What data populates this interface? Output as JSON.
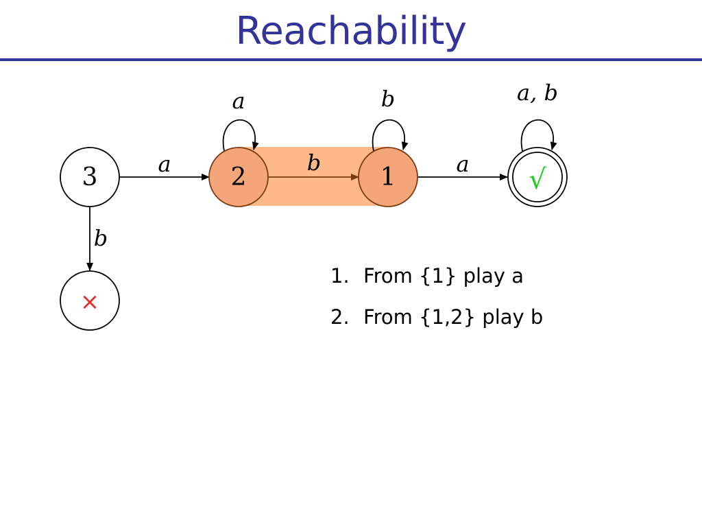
{
  "title": "Reachability",
  "colors": {
    "title": "#333399",
    "highlight": "#fdb98a",
    "highlight_state": "#f4a57a",
    "highlight_edge": "#7a3a10",
    "accept_check": "#22cc22",
    "reject_cross": "#e03030"
  },
  "diagram": {
    "states": [
      {
        "id": "3",
        "label": "3"
      },
      {
        "id": "2",
        "label": "2",
        "highlighted": true
      },
      {
        "id": "1",
        "label": "1",
        "highlighted": true
      },
      {
        "id": "accept",
        "label": "√",
        "accepting": true,
        "icon": "check-icon"
      },
      {
        "id": "reject",
        "label": "×",
        "icon": "cross-icon"
      }
    ],
    "transitions": [
      {
        "from": "3",
        "to": "2",
        "label": "a"
      },
      {
        "from": "3",
        "to": "reject",
        "label": "b"
      },
      {
        "from": "2",
        "to": "2",
        "label": "a"
      },
      {
        "from": "2",
        "to": "1",
        "label": "b"
      },
      {
        "from": "1",
        "to": "1",
        "label": "b"
      },
      {
        "from": "1",
        "to": "accept",
        "label": "a"
      },
      {
        "from": "accept",
        "to": "accept",
        "label": "a, b"
      }
    ]
  },
  "steps": [
    {
      "num": "1.",
      "text": "From {1} play a"
    },
    {
      "num": "2.",
      "text": "From {1,2} play b"
    }
  ]
}
